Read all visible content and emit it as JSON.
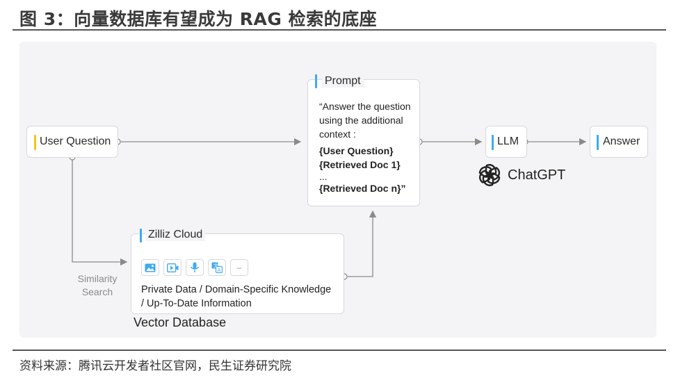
{
  "title": "图 3：向量数据库有望成为 RAG 检索的底座",
  "source": "资料来源：腾讯云开发者社区官网，民生证券研究院",
  "diagram": {
    "user_question": "User Question",
    "prompt": {
      "label": "Prompt",
      "lines": [
        "“Answer the question",
        "using the additional",
        "context :",
        "{User Question}",
        "{Retrieved Doc 1}",
        "...",
        "{Retrieved Doc n}”"
      ]
    },
    "llm": "LLM",
    "answer": "Answer",
    "chatgpt": "ChatGPT",
    "zilliz": {
      "label": "Zilliz Cloud",
      "icons": [
        "image-icon",
        "video-icon",
        "microphone-icon",
        "translate-icon",
        "more-icon"
      ],
      "more_symbol": "–",
      "description": [
        "Private Data / Domain-Specific Knowledge",
        "/ Up-To-Date Information"
      ]
    },
    "vector_database": "Vector Database",
    "similarity_search": [
      "Similarity",
      "Search"
    ],
    "colors": {
      "bar_yellow": "#f5c518",
      "bar_blue": "#3fa9f5",
      "line": "#8a8a8a"
    }
  }
}
